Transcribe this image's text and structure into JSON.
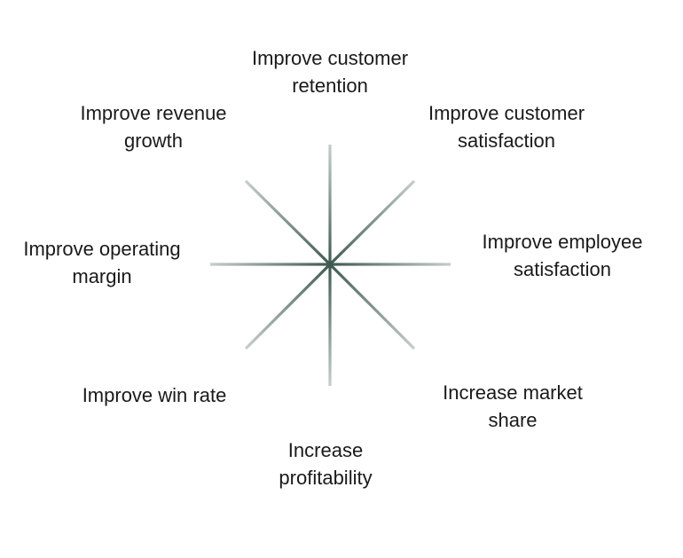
{
  "colors": {
    "spoke": "#3f5a50",
    "text": "#1a1a1a"
  },
  "goals": [
    {
      "id": "retention",
      "lines": [
        "Improve customer",
        "retention"
      ]
    },
    {
      "id": "customer-satisfaction",
      "lines": [
        "Improve customer",
        "satisfaction"
      ]
    },
    {
      "id": "employee-satisfaction",
      "lines": [
        "Improve employee",
        "satisfaction"
      ]
    },
    {
      "id": "market-share",
      "lines": [
        "Increase market",
        "share"
      ]
    },
    {
      "id": "profitability",
      "lines": [
        "Increase",
        "profitability"
      ]
    },
    {
      "id": "win-rate",
      "lines": [
        "Improve win rate"
      ]
    },
    {
      "id": "operating-margin",
      "lines": [
        "Improve operating",
        "margin"
      ]
    },
    {
      "id": "revenue-growth",
      "lines": [
        "Improve revenue",
        "growth"
      ]
    }
  ]
}
